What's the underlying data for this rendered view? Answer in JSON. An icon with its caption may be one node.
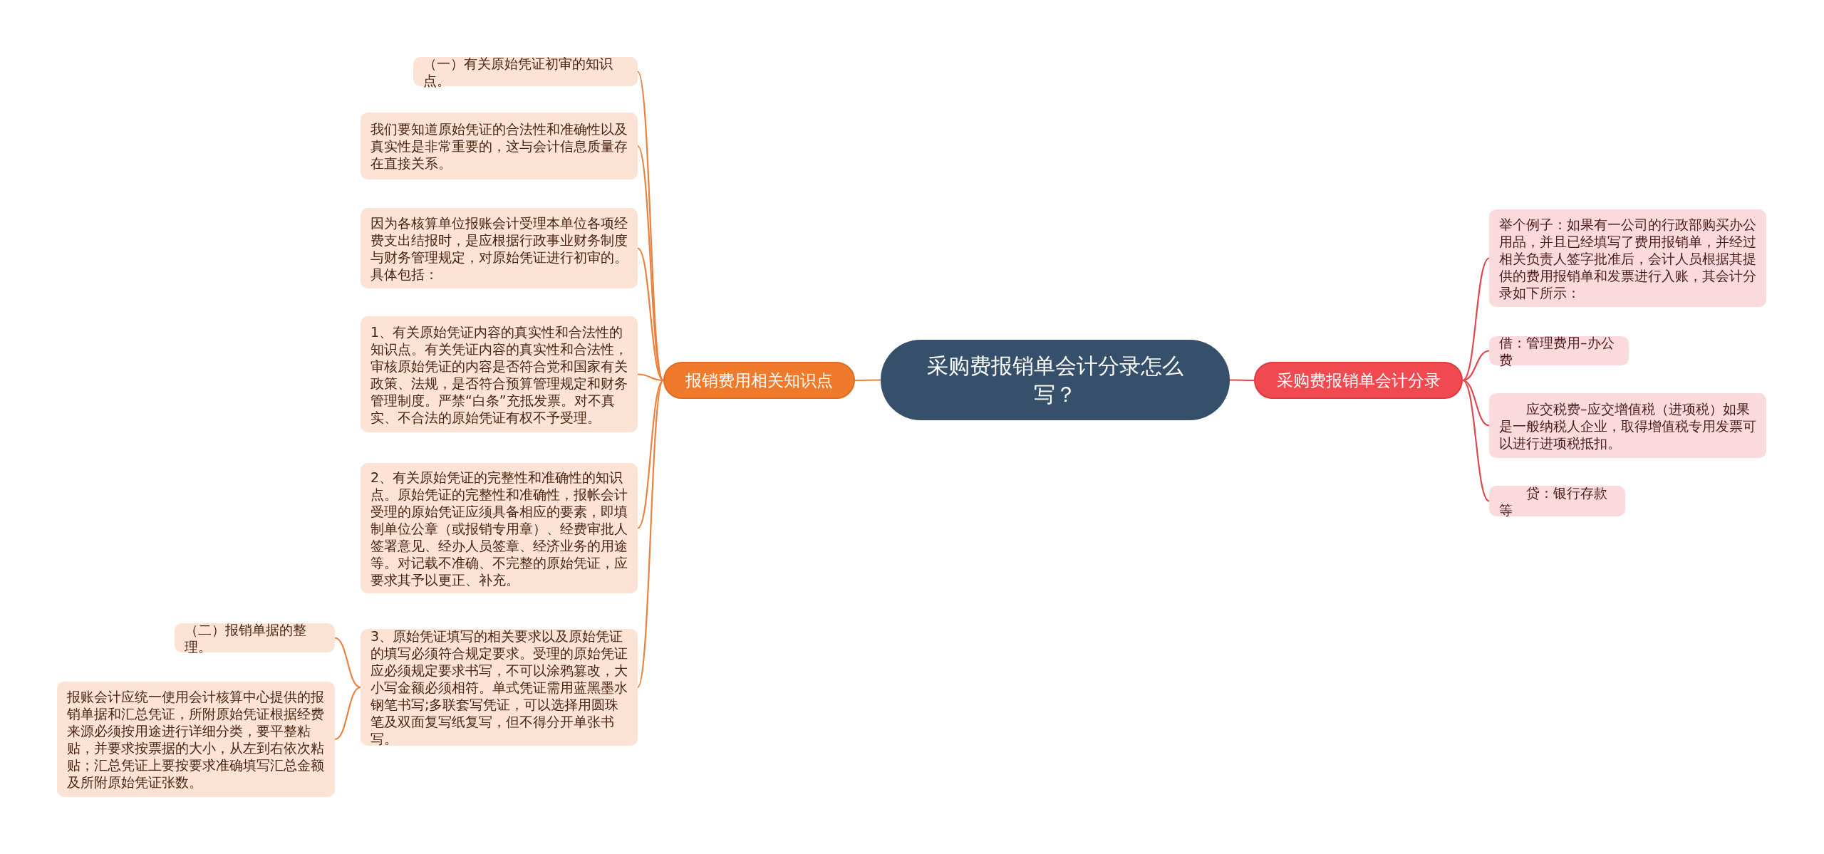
{
  "diagram": {
    "nodes": [
      {
        "text": [
          "采购费报销单会计分录怎么写？"
        ]
      },
      {
        "text": [
          "报销费用相关知识点"
        ]
      },
      {
        "text": [
          "（一）有关原始凭证初审的知识点。"
        ]
      },
      {
        "text": [
          "我们要知道原始凭证的合法性和准确性以及真实性是非常重要的，这与会计信息质量存在直接关系。"
        ]
      },
      {
        "text": [
          "因为各核算单位报账会计受理本单位各项经费支出结报时，是应根据行政事业财务制度与财务管理规定，对原始凭证进行初审的。具体包括："
        ]
      },
      {
        "text": [
          "1、有关原始凭证内容的真实性和合法性的知识点。有关凭证内容的真实性和合法性，审核原始凭证的内容是否符合党和国家有关政策、法规，是否符合预算管理规定和财务管理制度。严禁“白条”充抵发票。对不真实、不合法的原始凭证有权不予受理。"
        ]
      },
      {
        "text": [
          "2、有关原始凭证的完整性和准确性的知识点。原始凭证的完整性和准确性，报帐会计受理的原始凭证应须具备相应的要素，即填制单位公章（或报销专用章）、经费审批人签署意见、经办人员签章、经济业务的用途等。对记载不准确、不完整的原始凭证，应要求其予以更正、补充。"
        ]
      },
      {
        "text": [
          "3、原始凭证填写的相关要求以及原始凭证的填写必须符合规定要求。受理的原始凭证应必须规定要求书写，不可以涂鸦篡改，大小写金额必须相符。单式凭证需用蓝黑墨水钢笔书写;多联套写凭证，可以选择用圆珠笔及双面复写纸复写，但不得分开单张书写。"
        ]
      },
      {
        "text": [
          "（二）报销单据的整理。"
        ]
      },
      {
        "text": [
          "报账会计应统一使用会计核算中心提供的报销单据和汇总凭证，所附原始凭证根据经费来源必须按用途进行详细分类，要平整粘贴，并要求按票据的大小，从左到右依次粘贴；汇总凭证上要按要求准确填写汇总金额及所附原始凭证张数。"
        ]
      },
      {
        "text": [
          "采购费报销单会计分录"
        ]
      },
      {
        "text": [
          "举个例子：如果有一公司的行政部购买办公用品，并且已经填写了费用报销单，并经过相关负责人签字批准后，会计人员根据其提供的费用报销单和发票进行入账，其会计分录如下所示："
        ]
      },
      {
        "text": [
          "借：管理费用–办公费"
        ]
      },
      {
        "text": [
          "应交税费–应交增值税（进项税）如果是一般纳税人企业，取得增值税专用发票可以进行进项税抵扣。"
        ]
      },
      {
        "text": [
          "贷：银行存款等"
        ]
      }
    ],
    "edges": [
      {
        "from": 0,
        "to": 1,
        "arrow": "none"
      },
      {
        "from": 0,
        "to": 10,
        "arrow": "none",
        "color": "#e0474f"
      },
      {
        "from": 1,
        "to": 2,
        "arrow": "none"
      },
      {
        "from": 1,
        "to": 3,
        "arrow": "none"
      },
      {
        "from": 1,
        "to": 4,
        "arrow": "none"
      },
      {
        "from": 1,
        "to": 5,
        "arrow": "none"
      },
      {
        "from": 1,
        "to": 6,
        "arrow": "none"
      },
      {
        "from": 1,
        "to": 7,
        "arrow": "none"
      },
      {
        "from": 7,
        "to": 8,
        "arrow": "none"
      },
      {
        "from": 7,
        "to": 9,
        "arrow": "none"
      },
      {
        "from": 10,
        "to": 11,
        "arrow": "none",
        "color": "#e0474f"
      },
      {
        "from": 10,
        "to": 12,
        "arrow": "none",
        "color": "#e0474f"
      },
      {
        "from": 10,
        "to": 13,
        "arrow": "none",
        "color": "#e0474f"
      },
      {
        "from": 10,
        "to": 14,
        "arrow": "none",
        "color": "#e0474f"
      }
    ]
  }
}
